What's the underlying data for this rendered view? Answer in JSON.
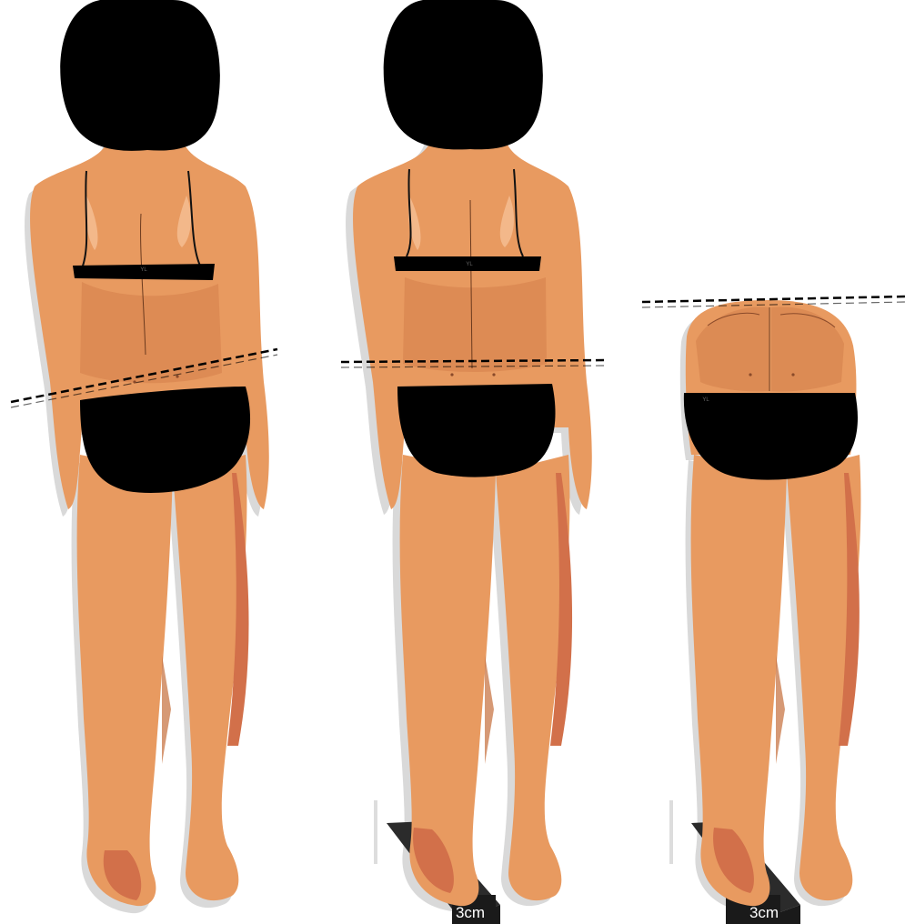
{
  "figures": [
    {
      "id": "figure-standing",
      "bra_text": "YL",
      "pelvic_line": "tilted",
      "block_label": ""
    },
    {
      "id": "figure-with-lift",
      "bra_text": "YL",
      "pelvic_line": "level",
      "block_label": "3cm"
    },
    {
      "id": "figure-forward-bend",
      "bra_text": "",
      "brief_text": "YL",
      "back_line": "level",
      "block_label": "3cm"
    }
  ],
  "colors": {
    "skin": "#E89A60",
    "skin_shadow": "#C97B45",
    "hair": "#000000",
    "garment": "#000000",
    "block": "#3A3A3A",
    "guide_line": "#000000"
  }
}
